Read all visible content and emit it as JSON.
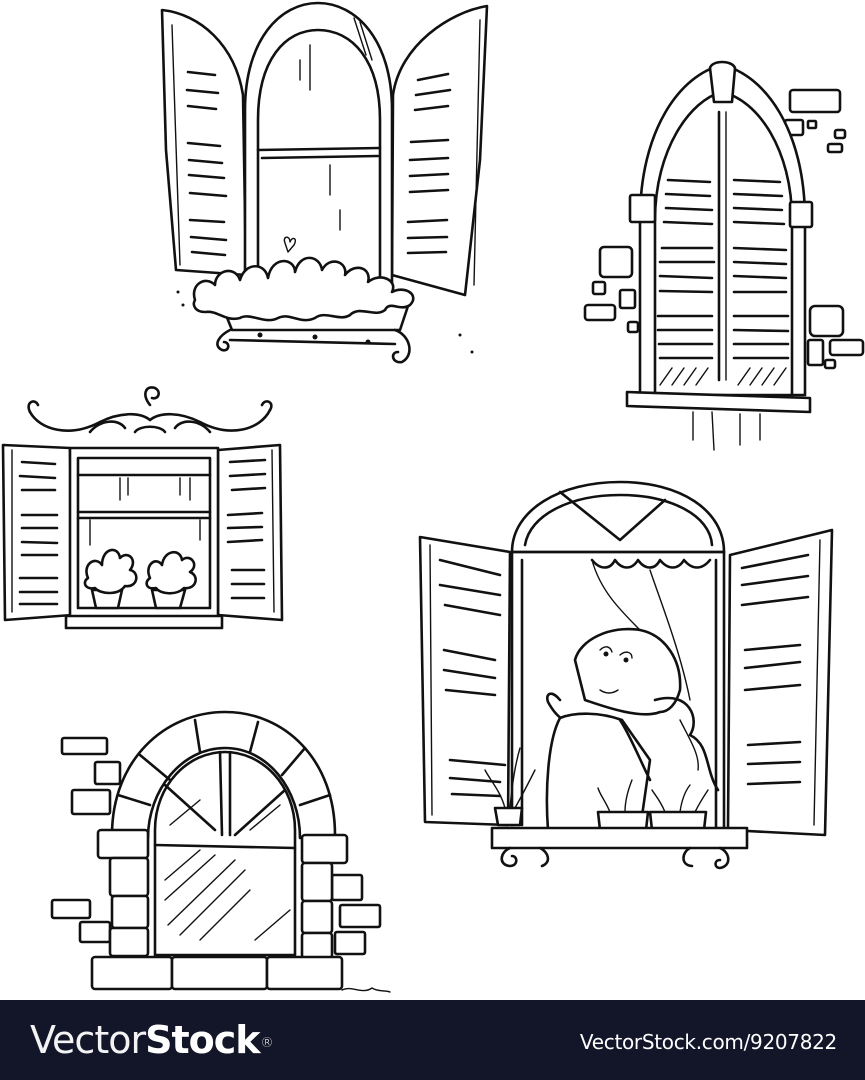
{
  "illustrations": [
    {
      "id": "arched-window-shutters-flower-box",
      "description": "Arched window with open louvered shutters and a flower box on a scrolled bracket"
    },
    {
      "id": "gothic-window-closed-shutters",
      "description": "Pointed gothic window with closed louvered shutters, keystone and bricks"
    },
    {
      "id": "ornate-window-flower-pots",
      "description": "Rectangular window with ornamental scroll pediment, open shutters and two flower pots"
    },
    {
      "id": "girl-at-window",
      "description": "Arched window with open shutters, curtain, potted plants and a daydreaming girl"
    },
    {
      "id": "stone-arch-window",
      "description": "Stone arch window with radial muntins and brick wall"
    }
  ],
  "footer": {
    "brand_light": "Vector",
    "brand_bold": "Stock",
    "brand_mark": "®",
    "image_id": "VectorStock.com/9207822",
    "background_color": "#131528",
    "text_color": "#ffffff"
  }
}
